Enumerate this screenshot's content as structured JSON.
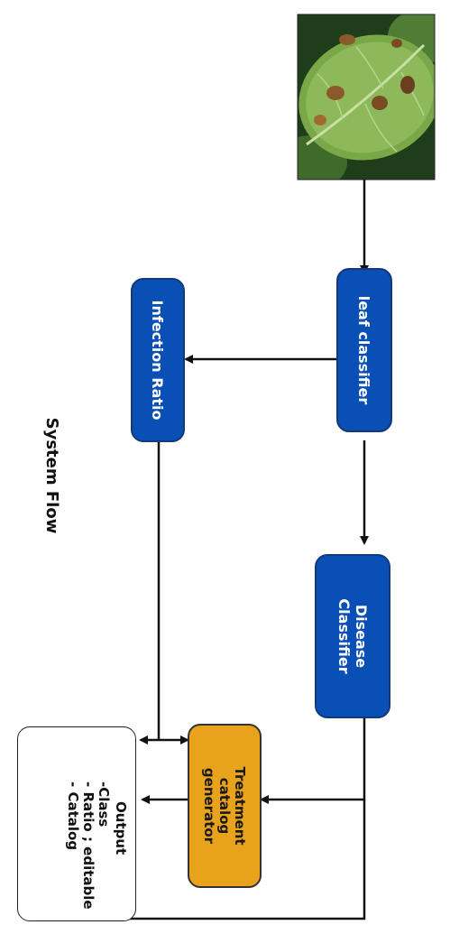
{
  "diagram": {
    "title": "System Flow",
    "nodes": {
      "leaf_classifier": "leaf classifier",
      "infection_ratio": "Infection Ratio",
      "disease_classifier": "Disease Classifier",
      "treatment_generator": "Treatment catalog generator",
      "output": {
        "title": "Output",
        "items": [
          "-Class",
          "- Ratio ; editable",
          "- Catalog"
        ]
      }
    },
    "colors": {
      "process": "#0a4fb5",
      "generator": "#e9a21c",
      "output": "#ffffff",
      "arrow": "#111111"
    },
    "image": "potato-leaf-with-blight-spots"
  }
}
